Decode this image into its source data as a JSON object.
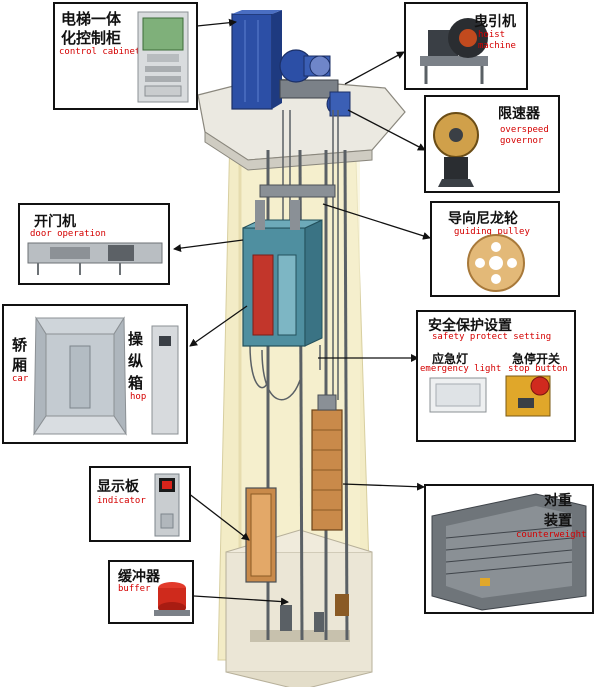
{
  "colors": {
    "label_red": "#d40000",
    "border": "#111111",
    "shaft": "#f3ecc6",
    "steel": "#5a6065",
    "car": "#4f8fa0",
    "counterweight": "#c98a4a",
    "motor": "#2c4fa6"
  },
  "components": {
    "control_cabinet": {
      "zh_line1": "电梯一体",
      "zh_line2": "化控制柜",
      "en": "control cabinet"
    },
    "hoist_machine": {
      "zh": "曳引机",
      "en_line1": "hoist",
      "en_line2": "machine"
    },
    "overspeed_governor": {
      "zh": "限速器",
      "en_line1": "overspeed",
      "en_line2": "governor"
    },
    "door_operation": {
      "zh": "开门机",
      "en": "door operation"
    },
    "guiding_pulley": {
      "zh": "导向尼龙轮",
      "en": "guiding pulley"
    },
    "car": {
      "zh_line1": "轿",
      "zh_line2": "厢",
      "en": "car"
    },
    "hop": {
      "zh_line1": "操",
      "zh_line2": "纵",
      "zh_line3": "箱",
      "en": "hop"
    },
    "safety_protect": {
      "zh": "安全保护设置",
      "en": "safety protect setting"
    },
    "emergency_light": {
      "zh": "应急灯",
      "en": "emergency light"
    },
    "stop_button": {
      "zh": "急停开关",
      "en": "stop button"
    },
    "indicator": {
      "zh": "显示板",
      "en": "indicator"
    },
    "buffer": {
      "zh": "缓冲器",
      "en": "buffer"
    },
    "counterweight": {
      "zh_line1": "对重",
      "zh_line2": "装置",
      "en": "counterweight"
    }
  }
}
